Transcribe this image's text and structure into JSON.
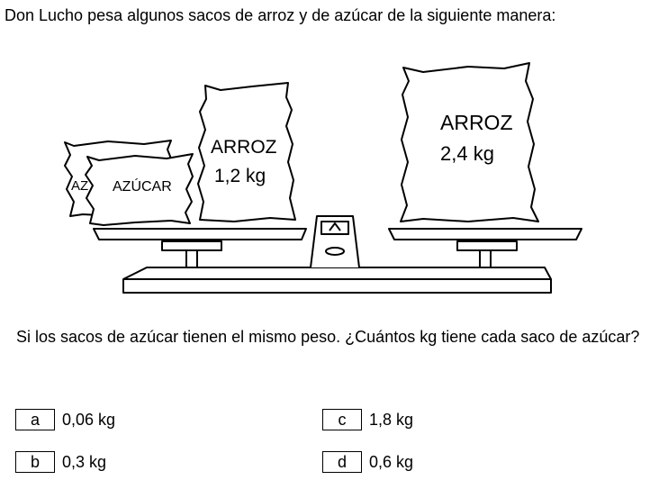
{
  "intro": "Don Lucho pesa algunos sacos de arroz y de azúcar de la siguiente manera:",
  "scene": {
    "sugar_back_label": "AZ",
    "sugar_front_label": "AZÚCAR",
    "rice_small": {
      "name": "ARROZ",
      "weight": "1,2 kg"
    },
    "rice_big": {
      "name": "ARROZ",
      "weight": "2,4 kg"
    }
  },
  "question": "Si los sacos de azúcar tienen el mismo peso. ¿Cuántos kg tiene cada saco de azúcar?",
  "options": [
    {
      "letter": "a",
      "text": "0,06 kg"
    },
    {
      "letter": "b",
      "text": "0,3 kg"
    },
    {
      "letter": "c",
      "text": "1,8 kg"
    },
    {
      "letter": "d",
      "text": "0,6 kg"
    }
  ]
}
